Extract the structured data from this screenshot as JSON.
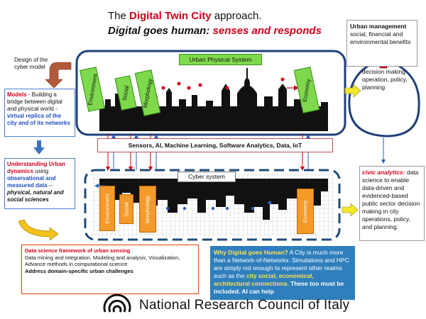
{
  "header": {
    "line1_pre": "The ",
    "line1_red": "Digital Twin City",
    "line1_post": " approach.",
    "line2_pre": "Digital goes human: ",
    "line2_red": "senses and responds"
  },
  "design_text": "Design of the cyber model",
  "models_box": {
    "lead": "Models",
    "text": " - Building a bridge between digital and physical world - ",
    "blue": "virtual  replica of the city and of its networks"
  },
  "urban_dynamics_box": {
    "lead": "Understanding Urban dynamics",
    "text1": " using ",
    "blue": "observational and measured  data",
    "text2": " – ",
    "ital": "physical, natural and social sciences"
  },
  "urban_physical_system": {
    "label": "Urban Physical System",
    "tags": [
      "Environment",
      "Social",
      "Morphology",
      "Economy"
    ]
  },
  "sensors_bar": "Sensors, AI,  Machine Learning, Software Analytics, Data, IoT",
  "cyber_system": {
    "label": "Cyber system",
    "tags": [
      "Environment",
      "Social",
      "Morphology",
      "Economy"
    ]
  },
  "urban_management": {
    "title": "Urban management",
    "text": "social, financial and environmental benefits"
  },
  "decision_text": "decision making operation, policy, planning",
  "civic_box": {
    "lead": "civic analytics:",
    "text": " data science to enable data-driven and evidenced-based public sector decision making in city  operations, policy, and planning."
  },
  "ds_framework": {
    "title": "Data science framework of urban sensing",
    "body": "Data mining and integration, Modeling and analysis, Visualization, Advance methods in computational science",
    "bold": "Address domain-specific urban challenges"
  },
  "why_box": {
    "lead": "Why Digital goes Human?",
    "text": "  A City is much more than a Network-of-Networks. Simulations and HPC are simply not enough to represent other realms such as  the ",
    "yellow": "city social, economical, architectural connections.",
    "bold": " These too must be included. AI can help"
  },
  "footer": "National Research Council of Italy",
  "colors": {
    "accent_red": "#d0021b",
    "frame_blue": "#1f3f7a",
    "tag_green": "#7fd94c",
    "tag_orange": "#f39a2a",
    "why_blue": "#2f7fbd"
  }
}
